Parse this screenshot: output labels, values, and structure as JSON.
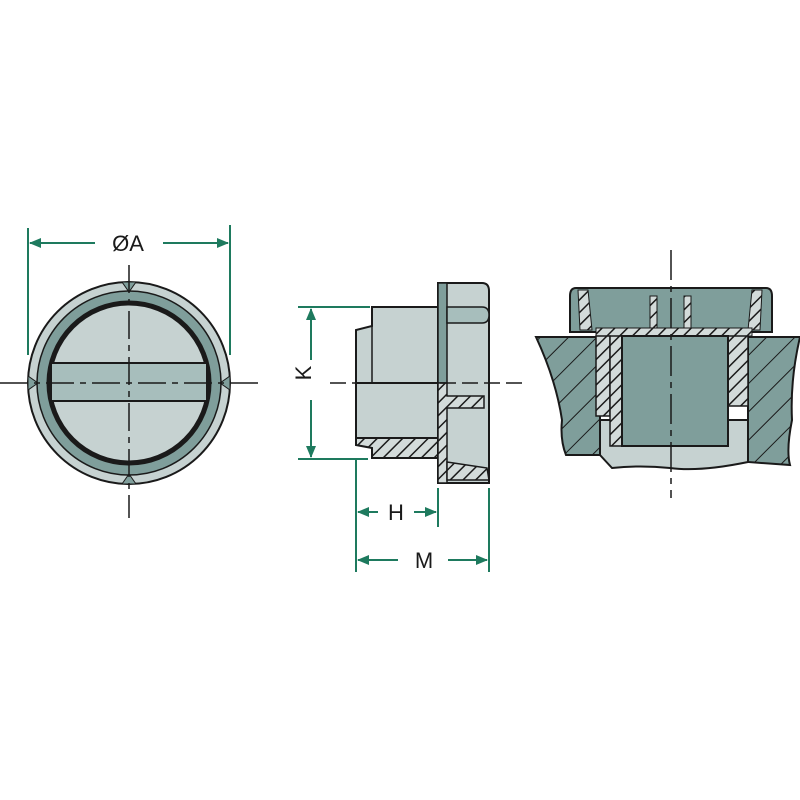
{
  "diagram": {
    "type": "technical-drawing",
    "subject": "slotted plug / cap with dimensions",
    "colors": {
      "dimension": "#1e7a5e",
      "outline": "#1a1a1a",
      "fill_dark": "#7f9e9b",
      "fill_mid": "#a7bebc",
      "fill_light": "#c6d2d1",
      "hatch_bg": "#d3dbda",
      "background": "#ffffff"
    },
    "views": [
      {
        "name": "front view",
        "dimension_label": "ØA"
      },
      {
        "name": "side view",
        "dimension_labels": [
          "K",
          "H",
          "M"
        ]
      },
      {
        "name": "installed section view"
      }
    ],
    "labels": {
      "diameter": "ØA",
      "height": "K",
      "shank": "H",
      "total": "M"
    }
  }
}
